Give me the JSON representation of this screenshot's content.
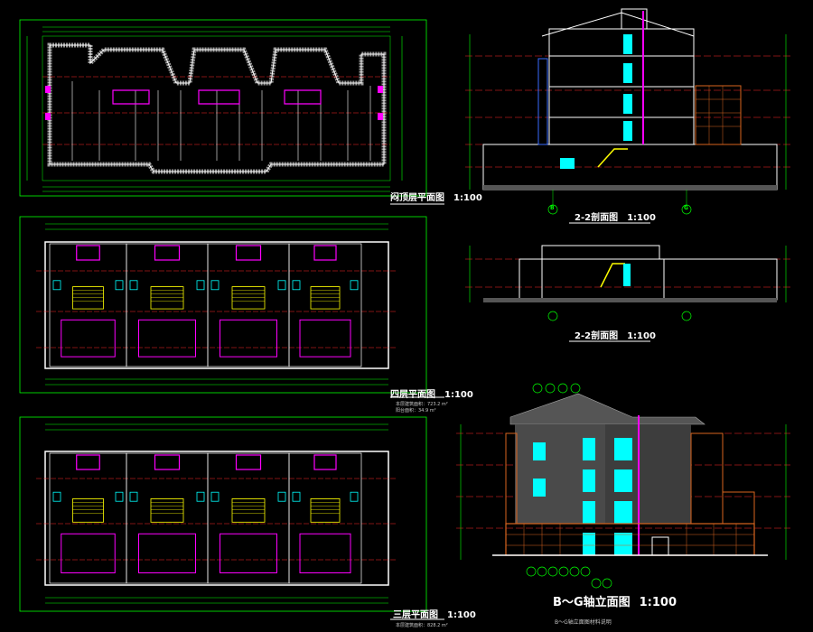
{
  "drawings": {
    "roof_plan": {
      "title": "闷顶层平面图",
      "scale": "1:100"
    },
    "fourth_plan": {
      "title": "四层平面图",
      "scale": "1:100",
      "notes": [
        "本层建筑面积：723.2 m²",
        "阳台面积：34.9 m²"
      ]
    },
    "third_plan": {
      "title": "三层平面图",
      "scale": "1:100",
      "notes": [
        "本层建筑面积：828.2 m²"
      ]
    },
    "section_a": {
      "title": "2-2剖面图",
      "scale": "1:100",
      "axis_left": "B",
      "axis_right": "G"
    },
    "section_b": {
      "title": "2-2剖面图",
      "scale": "1:100"
    },
    "elevation": {
      "axis_from": "B",
      "axis_sep": "～",
      "axis_to": "G",
      "title": "轴立面图",
      "scale": "1:100",
      "subtitle": "B～G轴立面图材料说明"
    }
  },
  "colors": {
    "background": "#000000",
    "grid_green": "#00ff00",
    "axis_red": "#ff2a2a",
    "wall_white": "#ffffff",
    "window_magenta": "#ff00ff",
    "window_cyan": "#00ffff",
    "stair_yellow": "#ffff00",
    "facade_orange": "#d9641e"
  }
}
